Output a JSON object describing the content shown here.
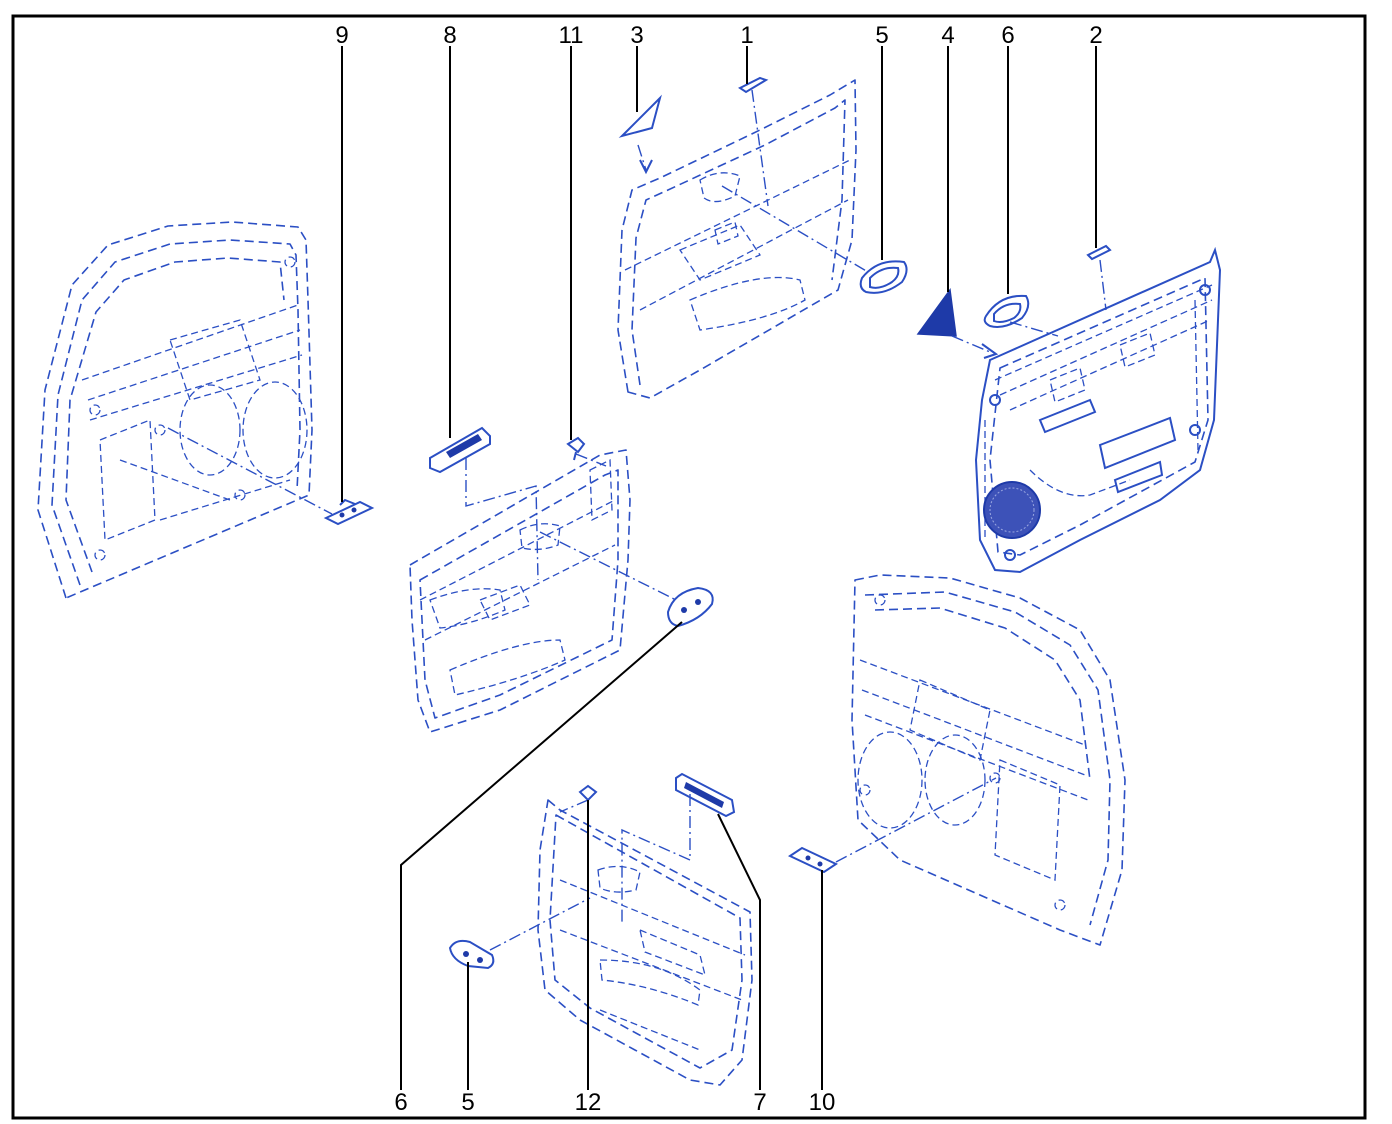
{
  "colors": {
    "frame": "#000000",
    "part_line": "#2b4fc4",
    "part_fill": "#1e3aa8",
    "speaker": "#3d52b8"
  },
  "callouts": {
    "c9": "9",
    "c8": "8",
    "c11": "11",
    "c3": "3",
    "c1": "1",
    "c5_top": "5",
    "c4": "4",
    "c6_top": "6",
    "c2": "2",
    "c6_bottom": "6",
    "c5_bottom": "5",
    "c12": "12",
    "c7": "7",
    "c10": "10"
  }
}
